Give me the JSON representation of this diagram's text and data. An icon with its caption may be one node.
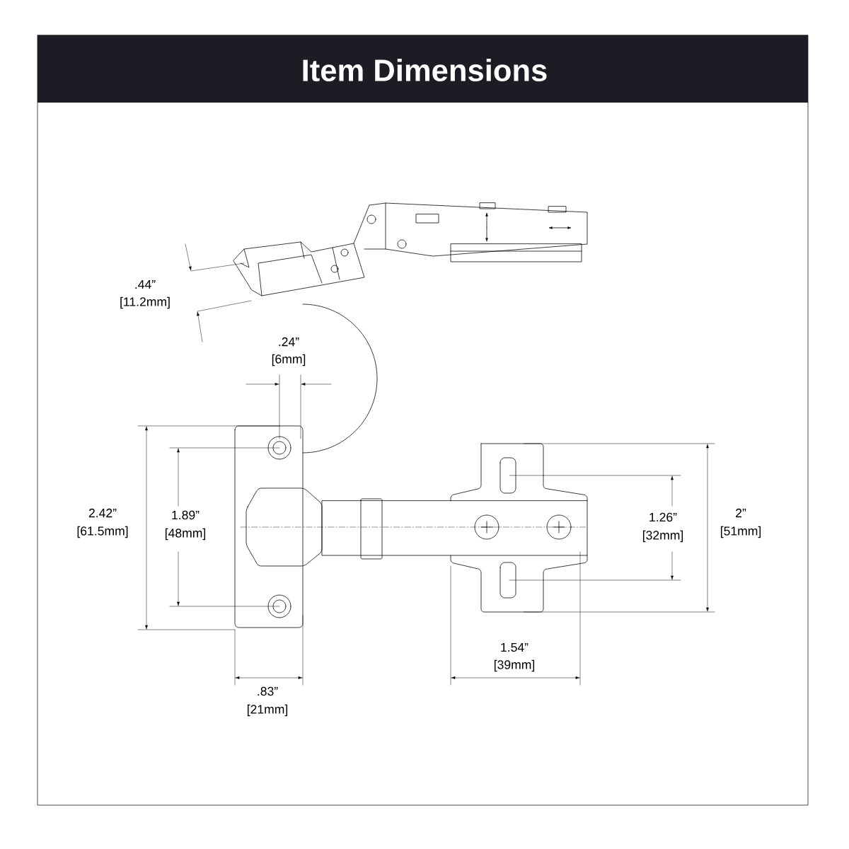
{
  "diagram": {
    "title": "Item Dimensions",
    "labels": [
      ".44”",
      "[11.2mm]",
      ".24”",
      "[6mm]",
      "2.42”",
      "[61.5mm]",
      "1.89”",
      "[48mm]",
      "1.26”",
      "[32mm]",
      "2”",
      "[51mm]",
      "1.54”",
      "[39mm]",
      ".83”",
      "[21mm]"
    ]
  }
}
